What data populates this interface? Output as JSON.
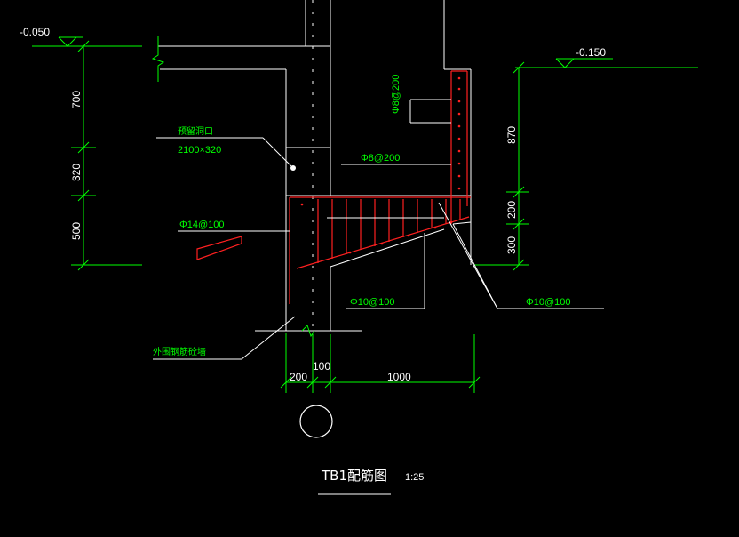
{
  "colors": {
    "background": "#000000",
    "outline": "#ffffff",
    "dimension": "#00ff00",
    "rebar": "#ff1a1a",
    "annotation_text": "#00ff00"
  },
  "elevations": {
    "left": "-0.050",
    "right": "-0.150"
  },
  "dimensions": {
    "left_v1": "700",
    "left_v2": "320",
    "left_v3": "500",
    "right_v1": "870",
    "right_v2": "200",
    "right_v3": "300",
    "bottom_h1": "200",
    "bottom_h2": "100",
    "bottom_h3": "1000"
  },
  "labels": {
    "opening_title": "预留洞口",
    "opening_size": "2100×320",
    "rebar_vertical": "Φ8@200",
    "rebar_horizontal": "Φ8@200",
    "rebar_main": "Φ14@100",
    "rebar_bottom_left": "Φ10@100",
    "rebar_bottom_right": "Φ10@100",
    "outer_wall": "外围钢筋砼墙"
  },
  "title": {
    "main": "TB1配筋图",
    "scale": "1:25"
  }
}
